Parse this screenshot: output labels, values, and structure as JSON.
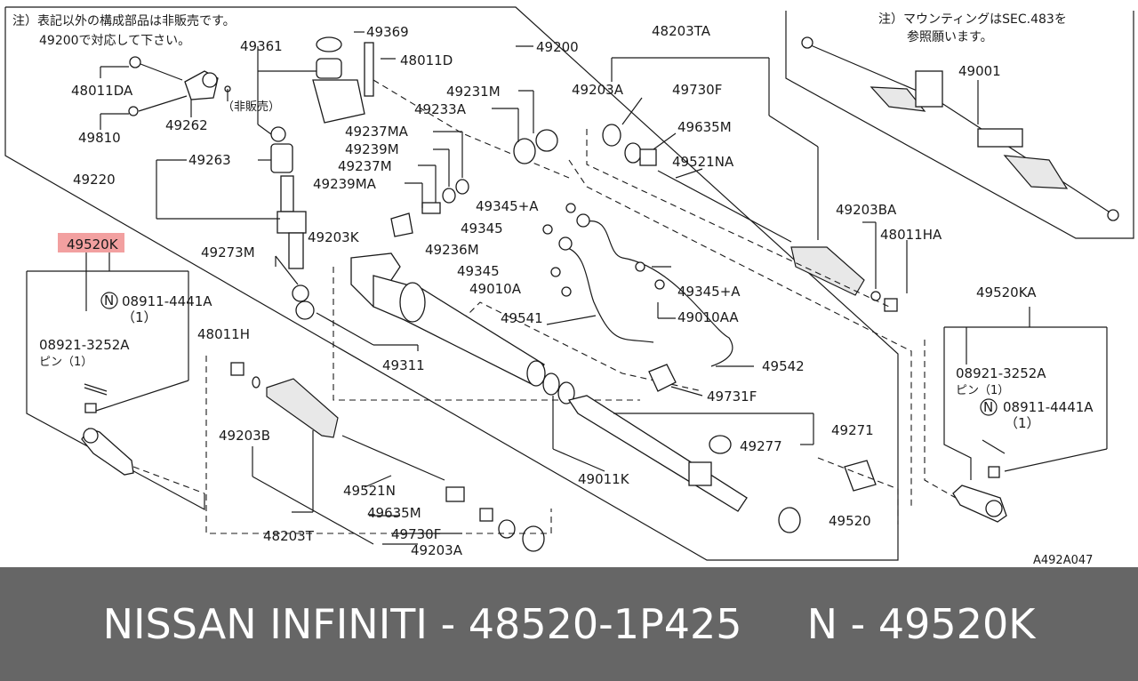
{
  "colors": {
    "highlight": "#f2a0a0",
    "footer_bg": "#666666",
    "footer_text": "#ffffff"
  },
  "notes": {
    "left_line1": "注）表記以外の構成部品は非販売です。",
    "left_line2": "49200で対応して下さい。",
    "right_line1": "注）マウンティングはSEC.483を",
    "right_line2": "参照願います。",
    "not_sold": "（非販売）"
  },
  "labels": {
    "l49520K": "49520K",
    "l08911_left": "08911-4441A",
    "l08911_left_qty": "（1）",
    "l08921_left": "08921-3252A",
    "l08921_left_sub": "ピン（1）",
    "l48011DA": "48011DA",
    "l49810": "49810",
    "l49262": "49262",
    "l49220": "49220",
    "l49263": "49263",
    "l49361": "49361",
    "l49369": "49369",
    "l48011D": "48011D",
    "l49200": "49200",
    "l49231M": "49231M",
    "l49233A": "49233A",
    "l49237MA": "49237MA",
    "l49239M": "49239M",
    "l49237M": "49237M",
    "l49239MA": "49239MA",
    "l49203K": "49203K",
    "l49236M": "49236M",
    "l49273M": "49273M",
    "l49311": "49311",
    "l49345A_1": "49345+A",
    "l49345_1": "49345",
    "l49345_2": "49345",
    "l49010A": "49010A",
    "l49541": "49541",
    "l49345A_2": "49345+A",
    "l49010AA": "49010AA",
    "l49542": "49542",
    "l49731F": "49731F",
    "l48011H": "48011H",
    "l49203B": "49203B",
    "l49521N": "49521N",
    "l49635M": "49635M",
    "l49730F": "49730F",
    "l49203A_bot": "49203A",
    "l48203T": "48203T",
    "l49011K": "49011K",
    "l49271": "49271",
    "l49277": "49277",
    "l49520": "49520",
    "l48203TA": "48203TA",
    "l49203A_top": "49203A",
    "l49730F_top": "49730F",
    "l49635M_top": "49635M",
    "l49521NA": "49521NA",
    "l49203BA": "49203BA",
    "l48011HA": "48011HA",
    "l49001": "49001",
    "l49520KA": "49520KA",
    "l08921_right": "08921-3252A",
    "l08921_right_sub": "ピン（1）",
    "l08911_right": "08911-4441A",
    "l08911_right_qty": "（1）",
    "n_mark": "N",
    "diagram_code": "A492A047"
  },
  "footer": {
    "text": "NISSAN INFINITI - 48520-1P425     N - 49520K"
  }
}
